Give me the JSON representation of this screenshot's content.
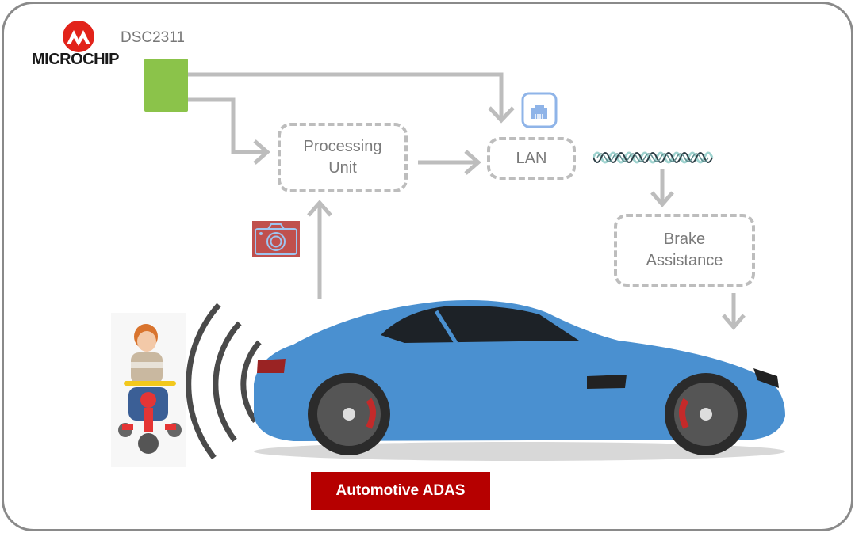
{
  "brand": {
    "name": "MICROCHIP",
    "color": "#e2231a"
  },
  "chip": {
    "label": "DSC2311",
    "color": "#8bc34a"
  },
  "nodes": {
    "processing_unit": "Processing\nUnit",
    "lan": "LAN",
    "brake_assistance": "Brake\nAssistance"
  },
  "icons": {
    "ethernet": "ethernet-port-icon",
    "camera": "camera-icon",
    "cable": "twisted-pair-cable-icon"
  },
  "scene": {
    "subjects": [
      "child-on-tricycle",
      "blue-sports-car",
      "sensor-waves"
    ]
  },
  "banner": {
    "label": "Automotive ADAS",
    "color": "#b60000"
  },
  "colors": {
    "arrow": "#bdbdbd",
    "frame": "#8a8a8a",
    "car": "#4a90d0"
  }
}
